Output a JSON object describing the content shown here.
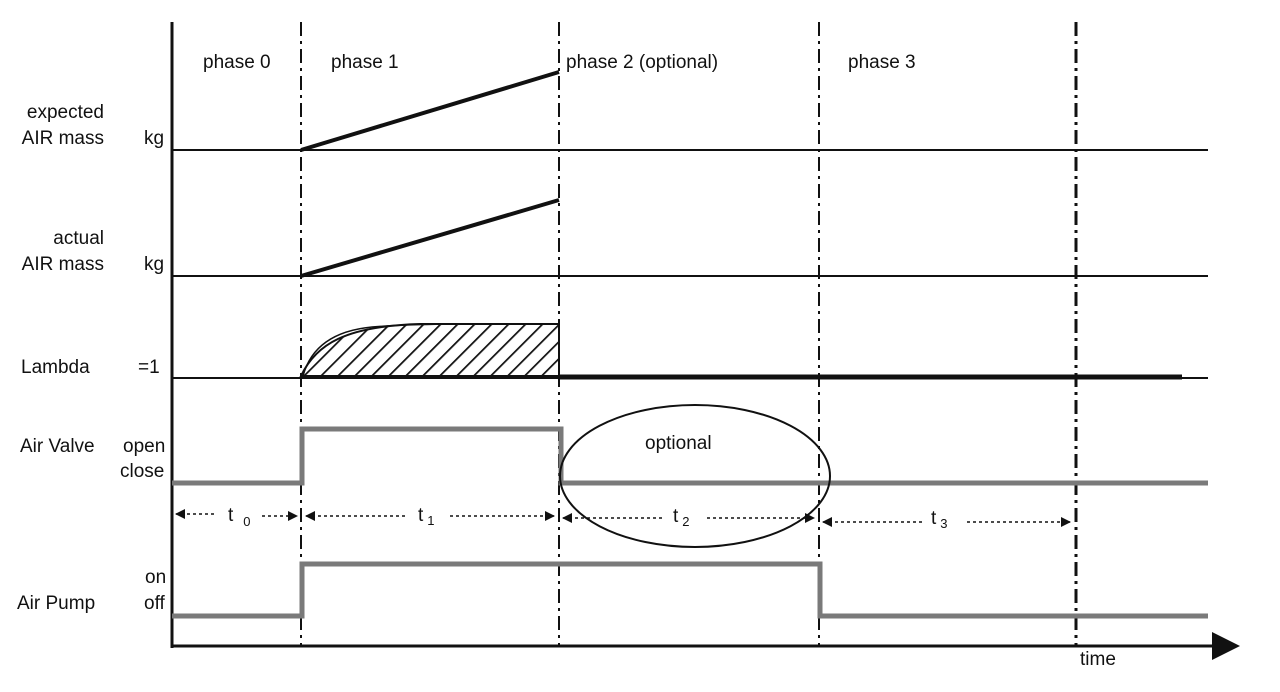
{
  "phases": [
    "phase 0",
    "phase 1",
    "phase 2 (optional)",
    "phase 3"
  ],
  "signals": {
    "expected_air_mass": {
      "label_line1": "expected",
      "label_line2": "AIR mass",
      "unit": "kg"
    },
    "actual_air_mass": {
      "label_line1": "actual",
      "label_line2": "AIR mass",
      "unit": "kg"
    },
    "lambda": {
      "label": "Lambda",
      "level": "=1"
    },
    "air_valve": {
      "label": "Air Valve",
      "high": "open",
      "low": "close"
    },
    "air_pump": {
      "label": "Air Pump",
      "high": "on",
      "low": "off"
    }
  },
  "optional_note": "optional",
  "durations": [
    {
      "symbol": "t",
      "subscript": "0"
    },
    {
      "symbol": "t",
      "subscript": "1"
    },
    {
      "symbol": "t",
      "subscript": "2"
    },
    {
      "symbol": "t",
      "subscript": "3"
    }
  ],
  "time_axis_label": "time",
  "colors": {
    "ink": "#111111",
    "pulse": "#7a7a7a",
    "hatch": "#111111"
  }
}
